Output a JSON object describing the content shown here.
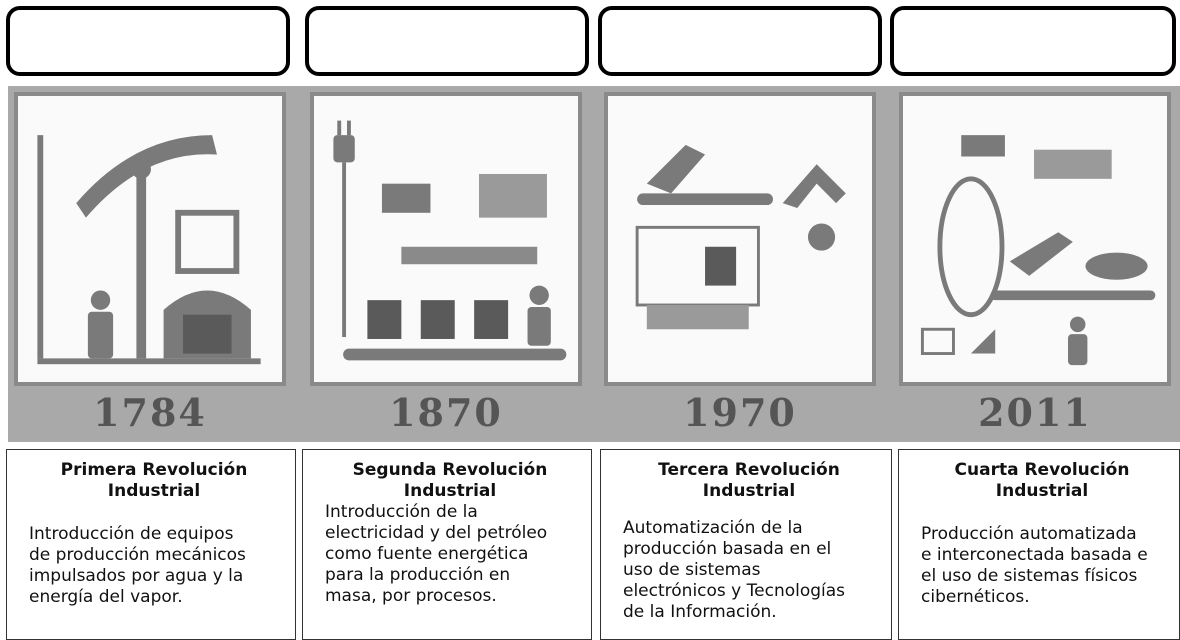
{
  "eras": [
    {
      "year": "1784",
      "title": "Primera Revolución\nIndustrial",
      "description": "Introducción de equipos\nde producción mecánicos\nimpulsados por agua y la\nenergía del vapor.",
      "icon": "steam-pump-illustration"
    },
    {
      "year": "1870",
      "title": "Segunda Revolución\nIndustrial",
      "description": "Introducción de la\nelectricidad y del petróleo\ncomo fuente energética\npara la producción en\nmasa, por procesos.",
      "icon": "electric-assembly-line-illustration"
    },
    {
      "year": "1970",
      "title": "Tercera Revolución\nIndustrial",
      "description": "Automatización de la\nproducción basada en el\nuso de sistemas\nelectrónicos y Tecnologías\nde la Información.",
      "icon": "robot-arm-computer-illustration"
    },
    {
      "year": "2011",
      "title": "Cuarta Revolución\nIndustrial",
      "description": "Producción automatizada\ne interconectada basada e\nel uso de sistemas físicos\ncibernéticos.",
      "icon": "cyber-physical-systems-illustration"
    }
  ],
  "colors": {
    "band": "#a9a9a9",
    "year_text": "#555555",
    "illustration": "#777777"
  }
}
